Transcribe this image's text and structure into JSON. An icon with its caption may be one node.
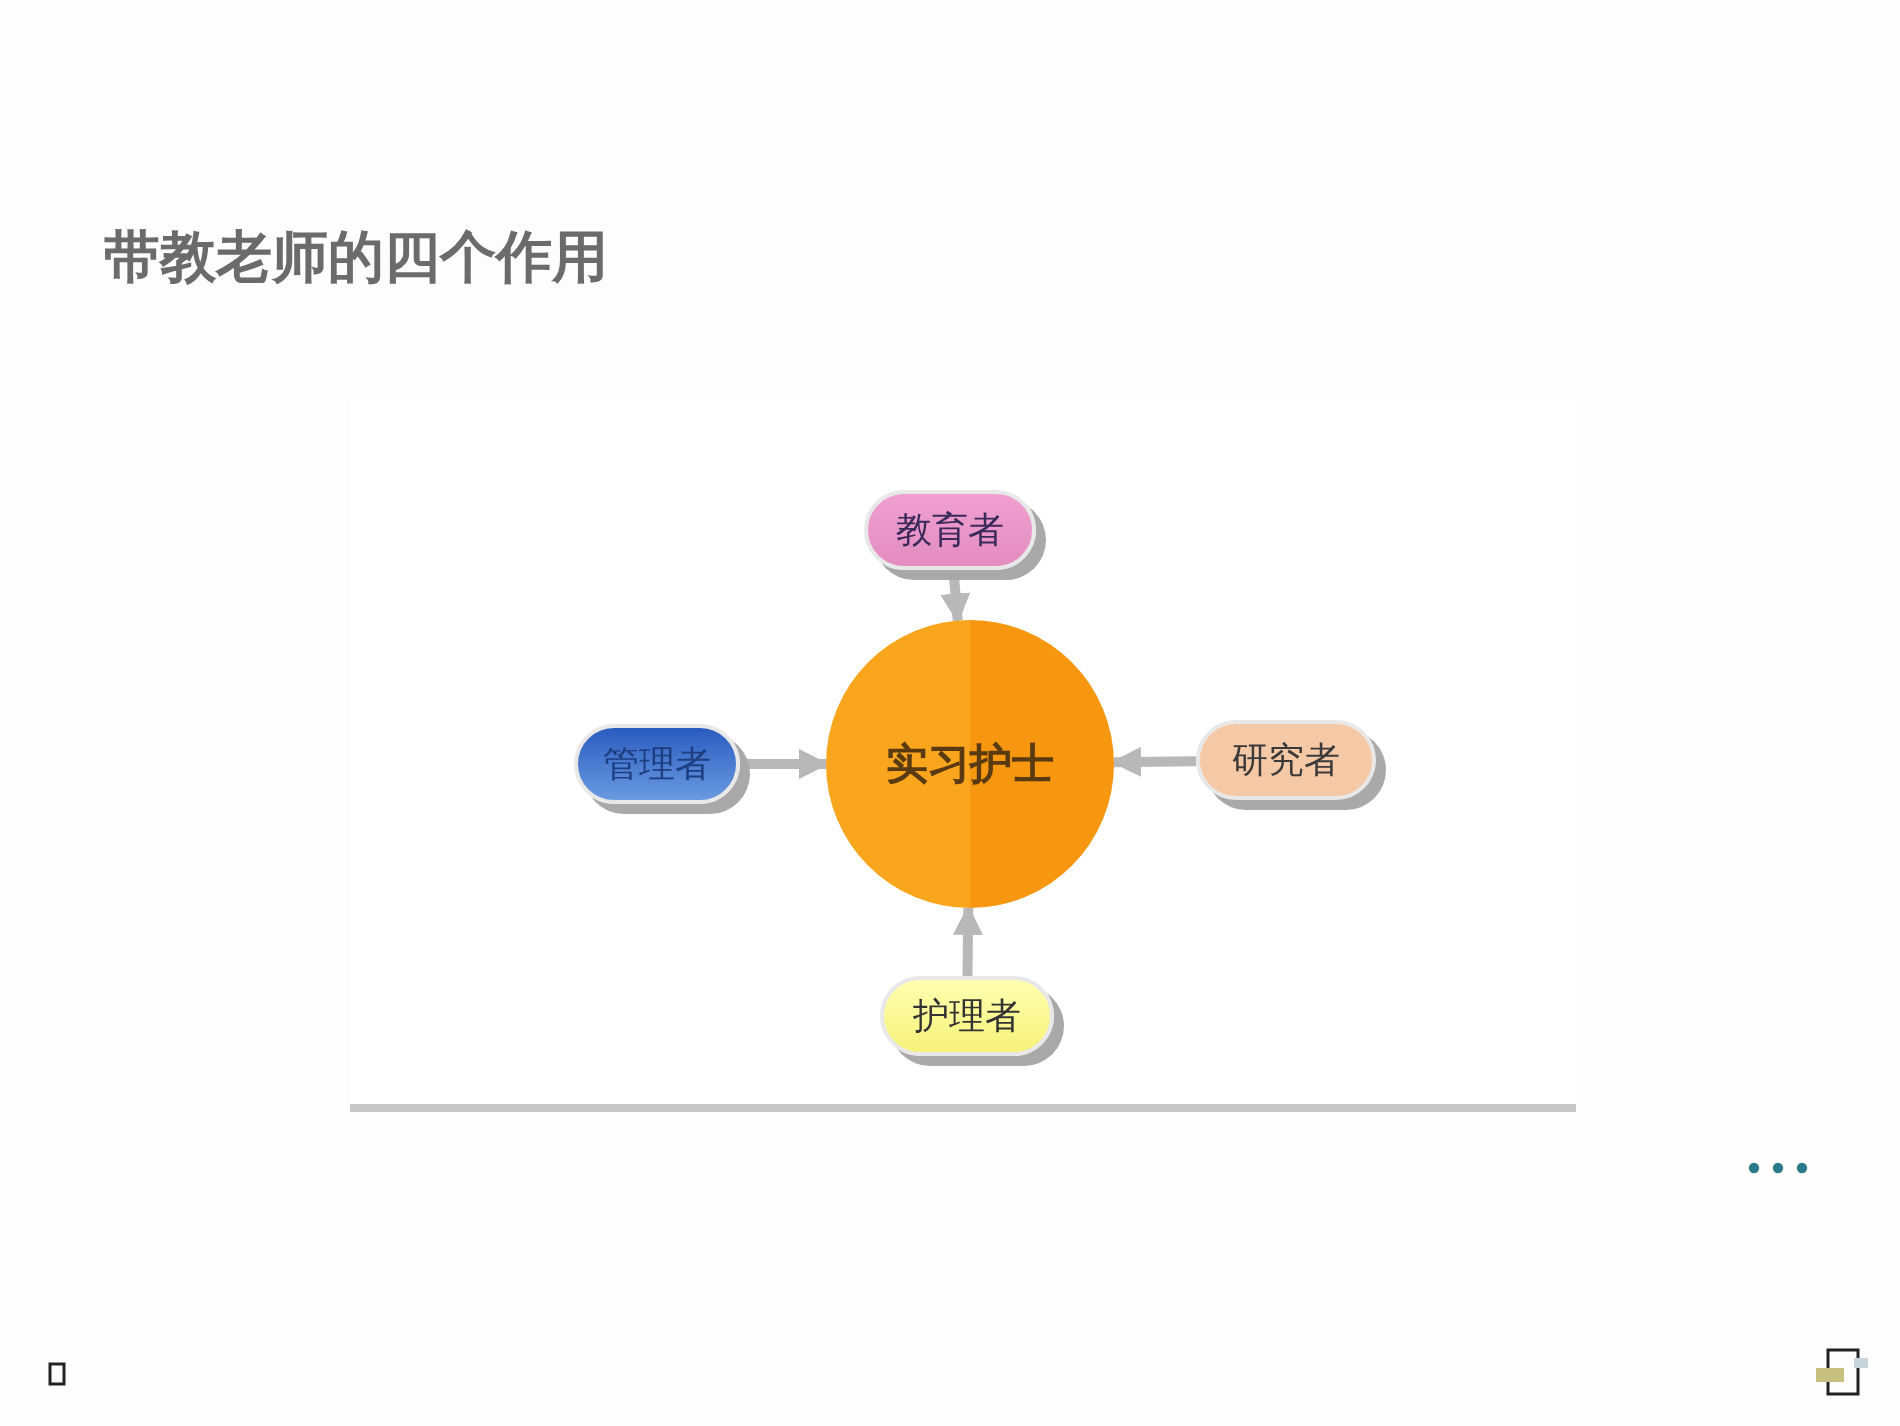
{
  "diagram": {
    "title": "带教老师的四个作用",
    "nodes": [
      {
        "text": [
          "教育者"
        ]
      },
      {
        "text": [
          "管理者"
        ]
      },
      {
        "text": [
          "实习护士"
        ]
      },
      {
        "text": [
          "研究者"
        ]
      },
      {
        "text": [
          "护理者"
        ]
      }
    ],
    "edges": [
      {
        "from": 0,
        "to": 2,
        "arrow": "to"
      },
      {
        "from": 1,
        "to": 2,
        "arrow": "to"
      },
      {
        "from": 3,
        "to": 2,
        "arrow": "to"
      },
      {
        "from": 4,
        "to": 2,
        "arrow": "to"
      }
    ]
  }
}
